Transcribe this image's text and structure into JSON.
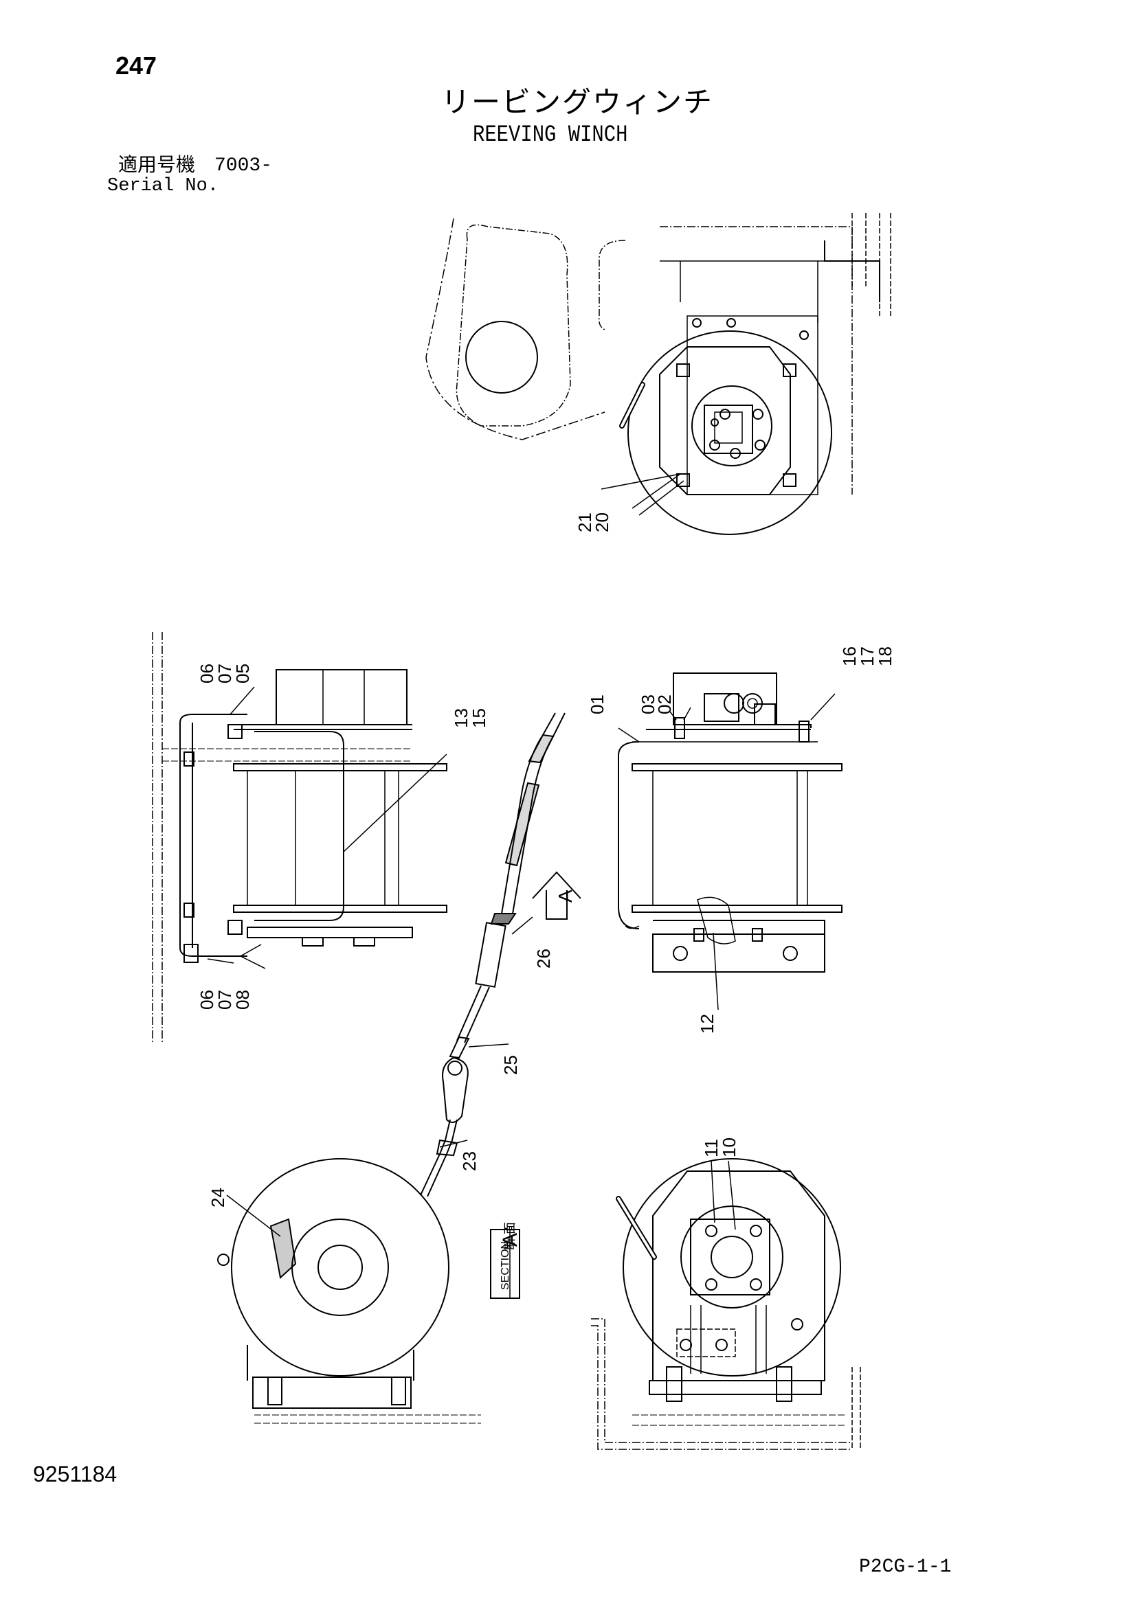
{
  "header": {
    "page_number": "247",
    "title_jp": "リービングウィンチ",
    "title_en": "REEVING WINCH",
    "serial_label_jp": "適用号機",
    "serial_value": "7003-",
    "serial_label_en": "Serial No."
  },
  "callouts": {
    "c01": "01",
    "c02": "02",
    "c03": "03",
    "c05": "05",
    "c06a": "06",
    "c07a": "07",
    "c06b": "06",
    "c07b": "07",
    "c08": "08",
    "c10": "10",
    "c11": "11",
    "c12": "12",
    "c13": "13",
    "c15": "15",
    "c16": "16",
    "c17": "17",
    "c18": "18",
    "c20": "20",
    "c21": "21",
    "c23": "23",
    "c24": "24",
    "c25": "25",
    "c26": "26"
  },
  "section_marker": {
    "letter": "A"
  },
  "section_label": {
    "jp": "断 面",
    "en": "SECTION",
    "letter": "A"
  },
  "footer": {
    "doc_number": "9251184",
    "page_code": "P2CG-1-1"
  }
}
